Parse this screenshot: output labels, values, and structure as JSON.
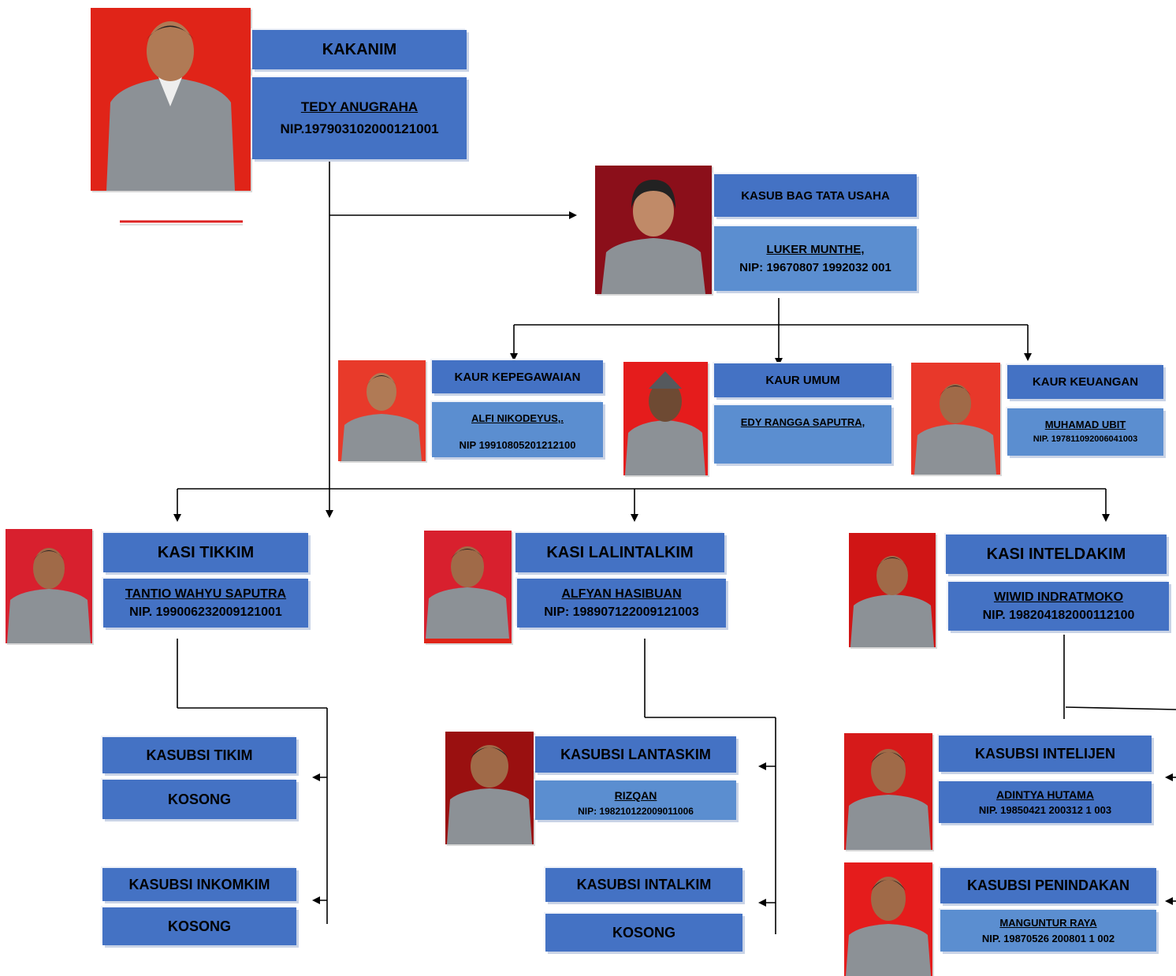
{
  "head": {
    "title": "KAKANIM",
    "name": "TEDY ANUGRAHA",
    "nip": "NIP.197903102000121001"
  },
  "tu": {
    "title": "KASUB BAG TATA USAHA",
    "name": "LUKER MUNTHE,",
    "nip": "NIP: 19670807 1992032 001"
  },
  "kaur": [
    {
      "title": "KAUR KEPEGAWAIAN",
      "name": "ALFI NIKODEYUS,.",
      "nip": "NIP 19910805201212100"
    },
    {
      "title": "KAUR UMUM",
      "name": "EDY RANGGA SAPUTRA,",
      "nip": ""
    },
    {
      "title": "KAUR KEUANGAN",
      "name": "MUHAMAD UBIT",
      "nip": "NIP. 197811092006041003"
    }
  ],
  "kasi": [
    {
      "title": "KASI TIKKIM",
      "name": "TANTIO WAHYU SAPUTRA",
      "nip": "NIP. 199006232009121001"
    },
    {
      "title": "KASI LALINTALKIM",
      "name": "ALFYAN HASIBUAN",
      "nip": "NIP: 198907122009121003"
    },
    {
      "title": "KASI INTELDAKIM",
      "name": "WIWID INDRATMOKO",
      "nip": "NIP. 198204182000112100"
    }
  ],
  "kasubsi": [
    {
      "title": "KASUBSI TIKIM",
      "name": "KOSONG",
      "nip": ""
    },
    {
      "title": "KASUBSI INKOMKIM",
      "name": "KOSONG",
      "nip": ""
    },
    {
      "title": "KASUBSI LANTASKIM",
      "name": "RIZQAN",
      "nip": "NIP: 198210122009011006"
    },
    {
      "title": "KASUBSI INTALKIM",
      "name": "KOSONG",
      "nip": ""
    },
    {
      "title": "KASUBSI INTELIJEN",
      "name": "ADINTYA HUTAMA",
      "nip": "NIP. 19850421 200312 1 003"
    },
    {
      "title": "KASUBSI PENINDAKAN",
      "name": "MANGUNTUR RAYA",
      "nip": "NIP. 19870526 200801 1 002"
    }
  ],
  "colors": {
    "box": "#4472c4",
    "box_light": "#5b8ed0",
    "photo_red": "#e02418",
    "photo_maroon": "#8b0f1a",
    "uniform": "#8c9196",
    "line": "#000000"
  }
}
